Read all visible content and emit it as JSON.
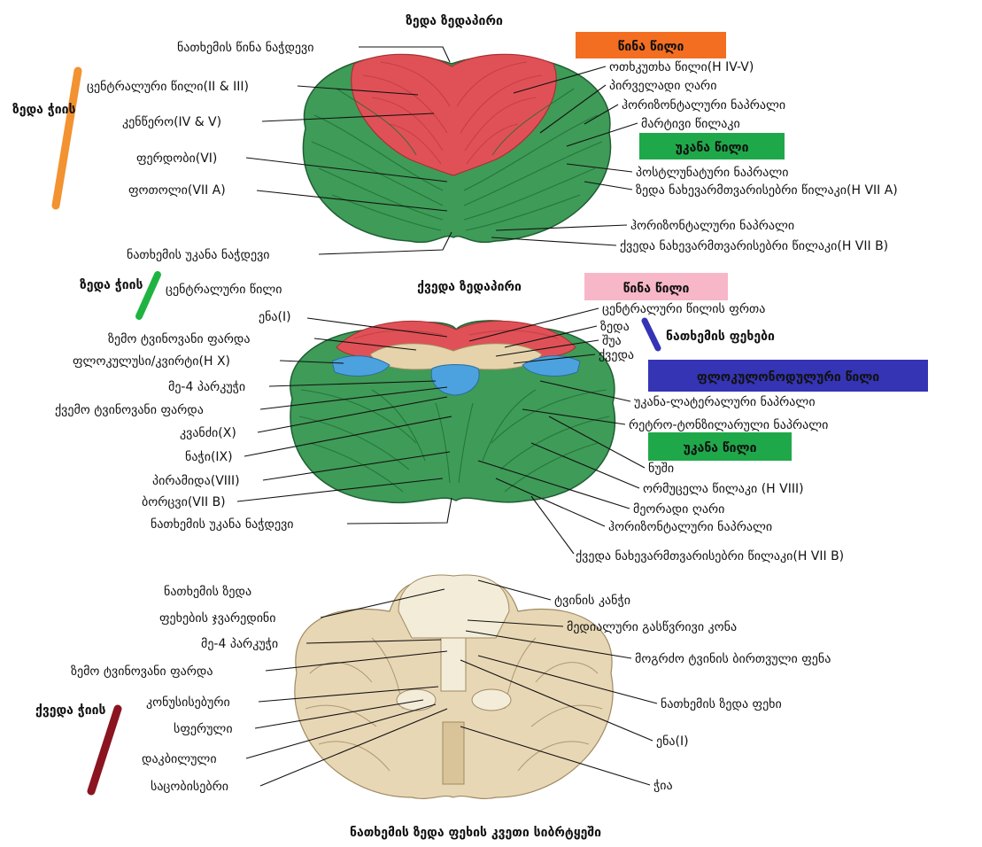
{
  "titles": {
    "superior_surface": "ზედა ზედაპირი",
    "inferior_surface": "ქვედა ზედაპირი",
    "section": "ნათხემის ზედა ფეხის კვეთი სიბრტყეში"
  },
  "legs": {
    "upper": {
      "text": "ზედა ჭიის",
      "color": "#f39230"
    },
    "middle": {
      "text": "ზედა ჭიის",
      "color": "#1fb441"
    },
    "lower": {
      "text": "ქვედა ჭიის",
      "color": "#8b1421"
    }
  },
  "boxes": {
    "anterior_lobe_1": {
      "text": "წინა წილი",
      "bg": "#f36e21"
    },
    "posterior_lobe_1": {
      "text": "უკანა წილი",
      "bg": "#1fa84a"
    },
    "anterior_lobe_2": {
      "text": "წინა წილი",
      "bg": "#f7b7c8"
    },
    "peduncles": {
      "text": "ნათხემის ფეხები"
    },
    "flocculonodular": {
      "text": "ფლოკულონოდულური წილი",
      "bg": "#3434b4"
    },
    "posterior_lobe_2": {
      "text": "უკანა წილი",
      "bg": "#1fa84a"
    }
  },
  "colors": {
    "green": "#3f9b58",
    "red": "#e05157",
    "blue": "#4ca2de",
    "tan": "#e6d3ac",
    "red_text": "#e8372b",
    "green_text": "#2fb34a",
    "blue_text": "#3f3fc6",
    "orange_text": "#f08c28",
    "cyan_text": "#23a3db",
    "purple_text": "#a040c0",
    "crimson_text": "#b01e38"
  },
  "superior_labels": {
    "left": [
      {
        "text": "ნათხემის წინა ნაჭდევი",
        "color": "#111"
      },
      {
        "text": "ცენტრალური წილი(II & III)",
        "color": "#e8372b"
      },
      {
        "text": "კენწერო(IV & V)",
        "color": "#2fb34a"
      },
      {
        "text": "ფერდობი(VI)",
        "color": "#3f3fc6"
      },
      {
        "text": "ფოთოლი(VII A)",
        "color": "#f08c28"
      },
      {
        "text": "ნათხემის უკანა ნაჭდევი",
        "color": "#111"
      }
    ],
    "right": [
      {
        "text": "ოთხკუთხა წილი(H IV-V)"
      },
      {
        "text": "პირველადი ღარი"
      },
      {
        "text": "ჰორიზონტალური ნაპრალი"
      },
      {
        "text": "მარტივი წილაკი"
      },
      {
        "text": "პოსტლუნატური ნაპრალი"
      },
      {
        "text": "ზედა ნახევარმთვარისებრი წილაკი(H VII A)"
      },
      {
        "text": "ჰორიზონტალური ნაპრალი"
      },
      {
        "text": "ქვედა ნახევარმთვარისებრი წილაკი(H VII B)"
      }
    ]
  },
  "inferior_labels": {
    "left": [
      {
        "text": "ცენტრალური წილი",
        "color": "#23a3db"
      },
      {
        "text": "ენა(I)",
        "color": "#a040c0"
      },
      {
        "text": "ზემო ტვინოვანი ფარდა",
        "color": "#111"
      },
      {
        "text": "ფლოკულუსი/კვირტი(H X)",
        "color": "#111"
      },
      {
        "text": "მე-4 პარკუჭი",
        "color": "#111"
      },
      {
        "text": "ქვემო ტვინოვანი ფარდა",
        "color": "#111"
      },
      {
        "text": "კვანძი(X)",
        "color": "#111"
      },
      {
        "text": "ნაჭი(IX)",
        "color": "#111"
      },
      {
        "text": "პირამიდა(VIII)",
        "color": "#111"
      },
      {
        "text": "ბორცვი(VII B)",
        "color": "#111"
      },
      {
        "text": "ნათხემის უკანა ნაჭდევი",
        "color": "#111"
      }
    ],
    "right": [
      {
        "text": "ცენტრალური წილის ფრთა",
        "color": "#111"
      },
      {
        "text": "ზედა",
        "color": "#f08c28"
      },
      {
        "text": "შუა",
        "color": "#f08c28"
      },
      {
        "text": "ქვედა",
        "color": "#3f3fc6"
      },
      {
        "text": "უკანა-ლატერალური ნაპრალი",
        "color": "#111"
      },
      {
        "text": "რეტრო-ტონზილარული ნაპრალი",
        "color": "#111"
      },
      {
        "text": "ნუში",
        "color": "#111"
      },
      {
        "text": "ორმუცელა წილაკი (H VIII)",
        "color": "#111"
      },
      {
        "text": "მეორადი ღარი",
        "color": "#111"
      },
      {
        "text": "ჰორიზონტალური ნაპრალი",
        "color": "#111"
      },
      {
        "text": "ქვედა ნახევარმთვარისებრი წილაკი(H VII B)",
        "color": "#111"
      }
    ]
  },
  "section_labels": {
    "left": [
      {
        "text": "ნათხემის ზედა",
        "color": "#111"
      },
      {
        "text": "ფეხების ჯვარედინი",
        "color": "#111"
      },
      {
        "text": "მე-4 პარკუჭი",
        "color": "#111"
      },
      {
        "text": "ზემო ტვინოვანი ფარდა",
        "color": "#111"
      },
      {
        "text": "კონუსისებური",
        "color": "#b01e38"
      },
      {
        "text": "სფერული",
        "color": "#3f3fc6"
      },
      {
        "text": "დაკბილული",
        "color": "#2fb34a"
      },
      {
        "text": "საცობისებრი",
        "color": "#f08c28"
      }
    ],
    "right": [
      {
        "text": "ტვინის კანჭი"
      },
      {
        "text": "მედიალური გასწვრივი კონა"
      },
      {
        "text": "მოგრძო ტვინის ბირთვული ფენა"
      },
      {
        "text": "ნათხემის ზედა ფეხი"
      },
      {
        "text": "ენა(I)"
      },
      {
        "text": "ჭია"
      }
    ]
  }
}
